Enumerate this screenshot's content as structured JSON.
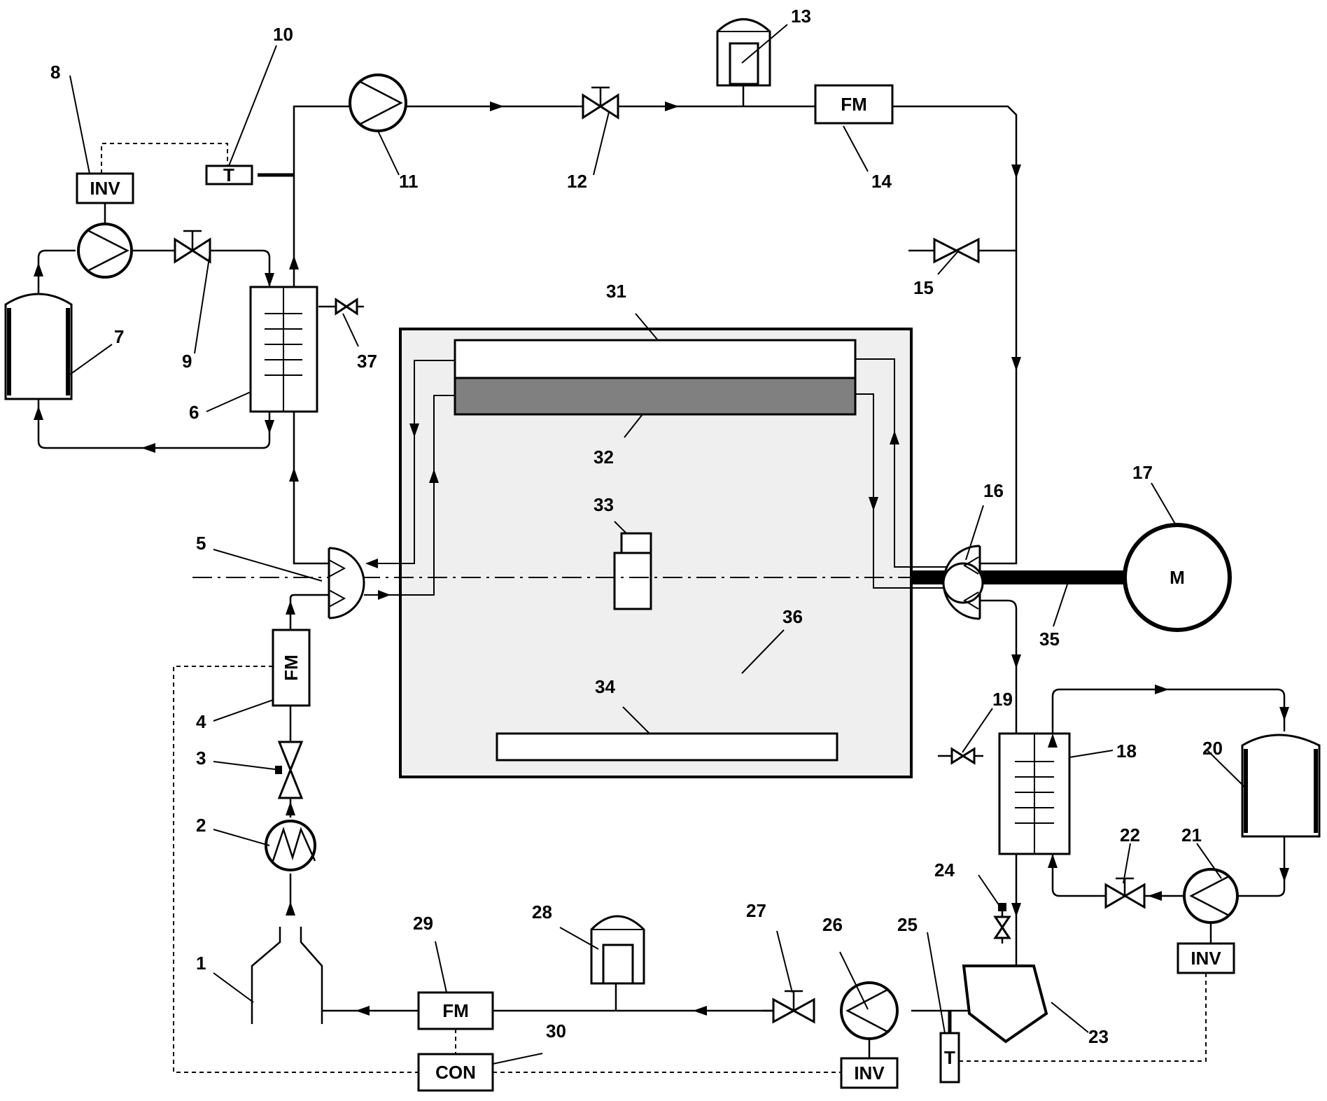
{
  "labels": {
    "inv": "INV",
    "fm": "FM",
    "con": "CON",
    "t": "T",
    "motor": "M"
  },
  "numbers": [
    "1",
    "2",
    "3",
    "4",
    "5",
    "6",
    "7",
    "8",
    "9",
    "10",
    "11",
    "12",
    "13",
    "14",
    "15",
    "16",
    "17",
    "18",
    "19",
    "20",
    "21",
    "22",
    "23",
    "24",
    "25",
    "26",
    "27",
    "28",
    "29",
    "30",
    "31",
    "32",
    "33",
    "34",
    "35",
    "36",
    "37"
  ]
}
